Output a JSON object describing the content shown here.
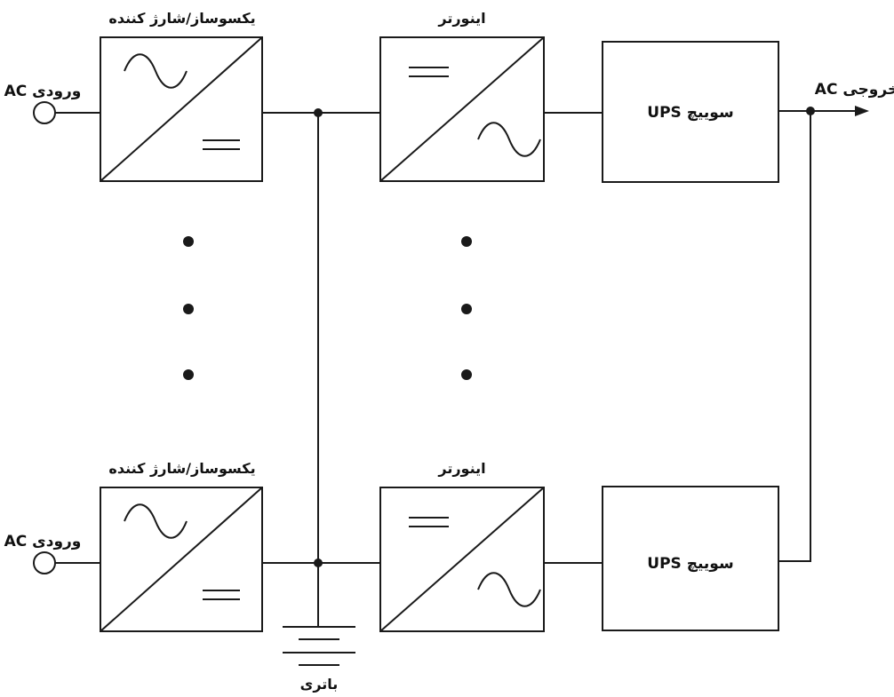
{
  "labels": {
    "ac_input": "ورودی AC",
    "ac_output": "خروجی AC",
    "rectifier_charger": "یکسوساز/شارژ کننده",
    "inverter": "اینورتر",
    "ups_switch": "سوییچ UPS",
    "battery": "باتری"
  },
  "colors": {
    "line": "#1a1a1a",
    "background": "#ffffff"
  },
  "icons": [
    "sine-wave-icon",
    "dc-symbol-icon",
    "arrow-icon",
    "battery-icon"
  ]
}
